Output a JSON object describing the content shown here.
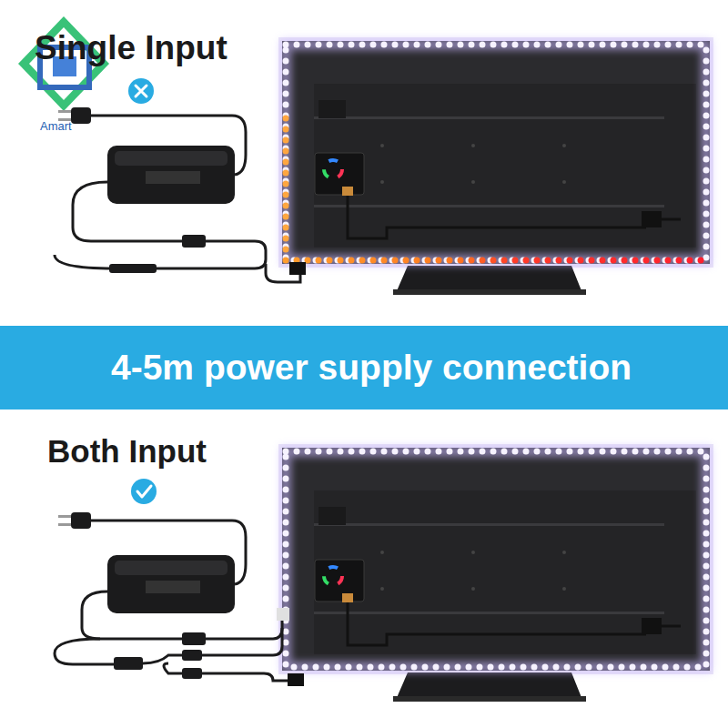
{
  "diagram": {
    "nodes": [
      {
        "text": [
          "4-5m power supply connection"
        ]
      }
    ],
    "labels": [
      "Amart",
      "Single Input",
      "Both Input"
    ]
  }
}
